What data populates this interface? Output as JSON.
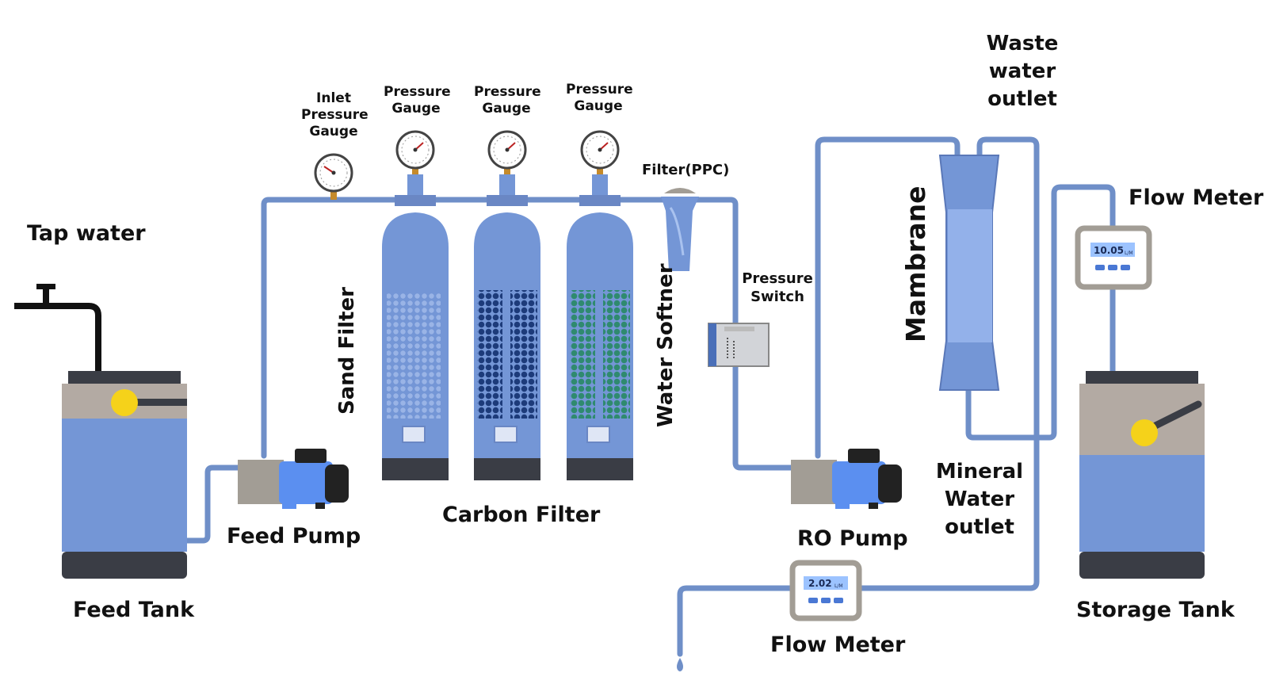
{
  "labels": {
    "tap_water": "Tap water",
    "feed_tank": "Feed Tank",
    "feed_pump": "Feed Pump",
    "inlet_gauge": [
      "Inlet",
      "Pressure",
      "Gauge"
    ],
    "pressure_gauge": [
      "Pressure",
      "Gauge"
    ],
    "sand_filter": "Sand Filter",
    "carbon_filter": "Carbon Filter",
    "water_softner": "Water Softner",
    "filter_ppc": "Filter(PPC)",
    "pressure_switch": [
      "Pressure",
      "Switch"
    ],
    "ro_pump": "RO Pump",
    "membrane": "Mambrane",
    "waste_outlet": [
      "Waste",
      "water",
      "outlet"
    ],
    "mineral_outlet": [
      "Mineral",
      "Water",
      "outlet"
    ],
    "flow_meter_top": "Flow Meter",
    "flow_meter_bottom": "Flow Meter",
    "storage_tank": "Storage Tank"
  },
  "meters": {
    "top": {
      "value": "10.05",
      "unit": "L/M"
    },
    "bottom": {
      "value": "2.02",
      "unit": "L/M"
    }
  },
  "colors": {
    "pipe": "#6f8fc8",
    "tank_body": "#7496d6",
    "tank_band": "#b3aaa3",
    "tank_dark": "#3a3d45",
    "float": "#f5d21a",
    "carbon_media": "#1d3b7a",
    "softener_media": "#2f8a6f",
    "sand_media": "#9ab4e6"
  }
}
